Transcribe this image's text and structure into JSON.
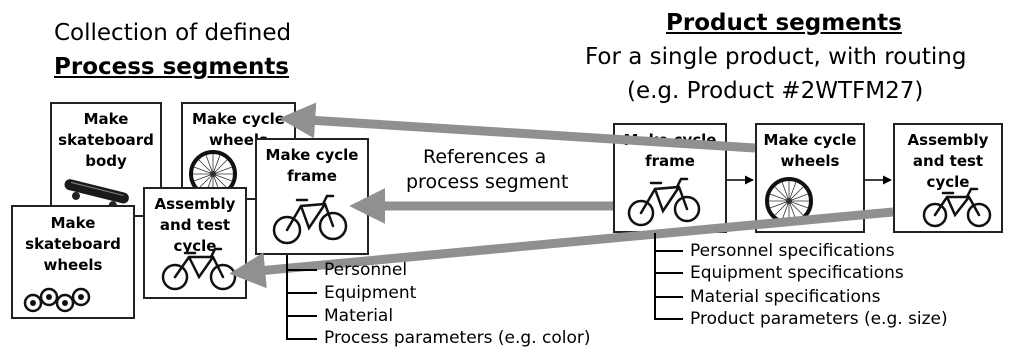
{
  "colors": {
    "arrow": "#909090",
    "line": "#000000"
  },
  "left": {
    "heading_line1": "Collection of defined",
    "heading_line2": "Process segments",
    "segments": {
      "skateboard_body": {
        "label": "Make\nskateboard\nbody",
        "icon": "skateboard-icon"
      },
      "cycle_wheels": {
        "label": "Make cycle\nwheels",
        "icon": "wheel-icon"
      },
      "cycle_frame": {
        "label": "Make cycle\nframe",
        "icon": "bicycle-icon"
      },
      "assembly_test": {
        "label": "Assembly\nand test\ncycle",
        "icon": "bicycle-icon"
      },
      "skateboard_wheels": {
        "label": "Make\nskateboard\nwheels",
        "icon": "skateboard-wheels-icon"
      }
    },
    "specs": [
      "Personnel",
      "Equipment",
      "Material",
      "Process parameters (e.g. color)"
    ]
  },
  "middle": {
    "reference_line1": "References a",
    "reference_line2": "process segment"
  },
  "right": {
    "heading_title": "Product segments",
    "heading_line2": "For a single product, with routing",
    "heading_line3": "(e.g. Product #2WTFM27)",
    "segments": {
      "cycle_frame": {
        "label": "Make cycle\nframe",
        "icon": "bicycle-icon"
      },
      "cycle_wheels": {
        "label": "Make cycle\nwheels",
        "icon": "wheel-icon"
      },
      "assembly_test": {
        "label": "Assembly\nand test\ncycle",
        "icon": "bicycle-icon"
      }
    },
    "specs": [
      "Personnel specifications",
      "Equipment specifications",
      "Material specifications",
      "Product parameters (e.g. size)"
    ]
  }
}
